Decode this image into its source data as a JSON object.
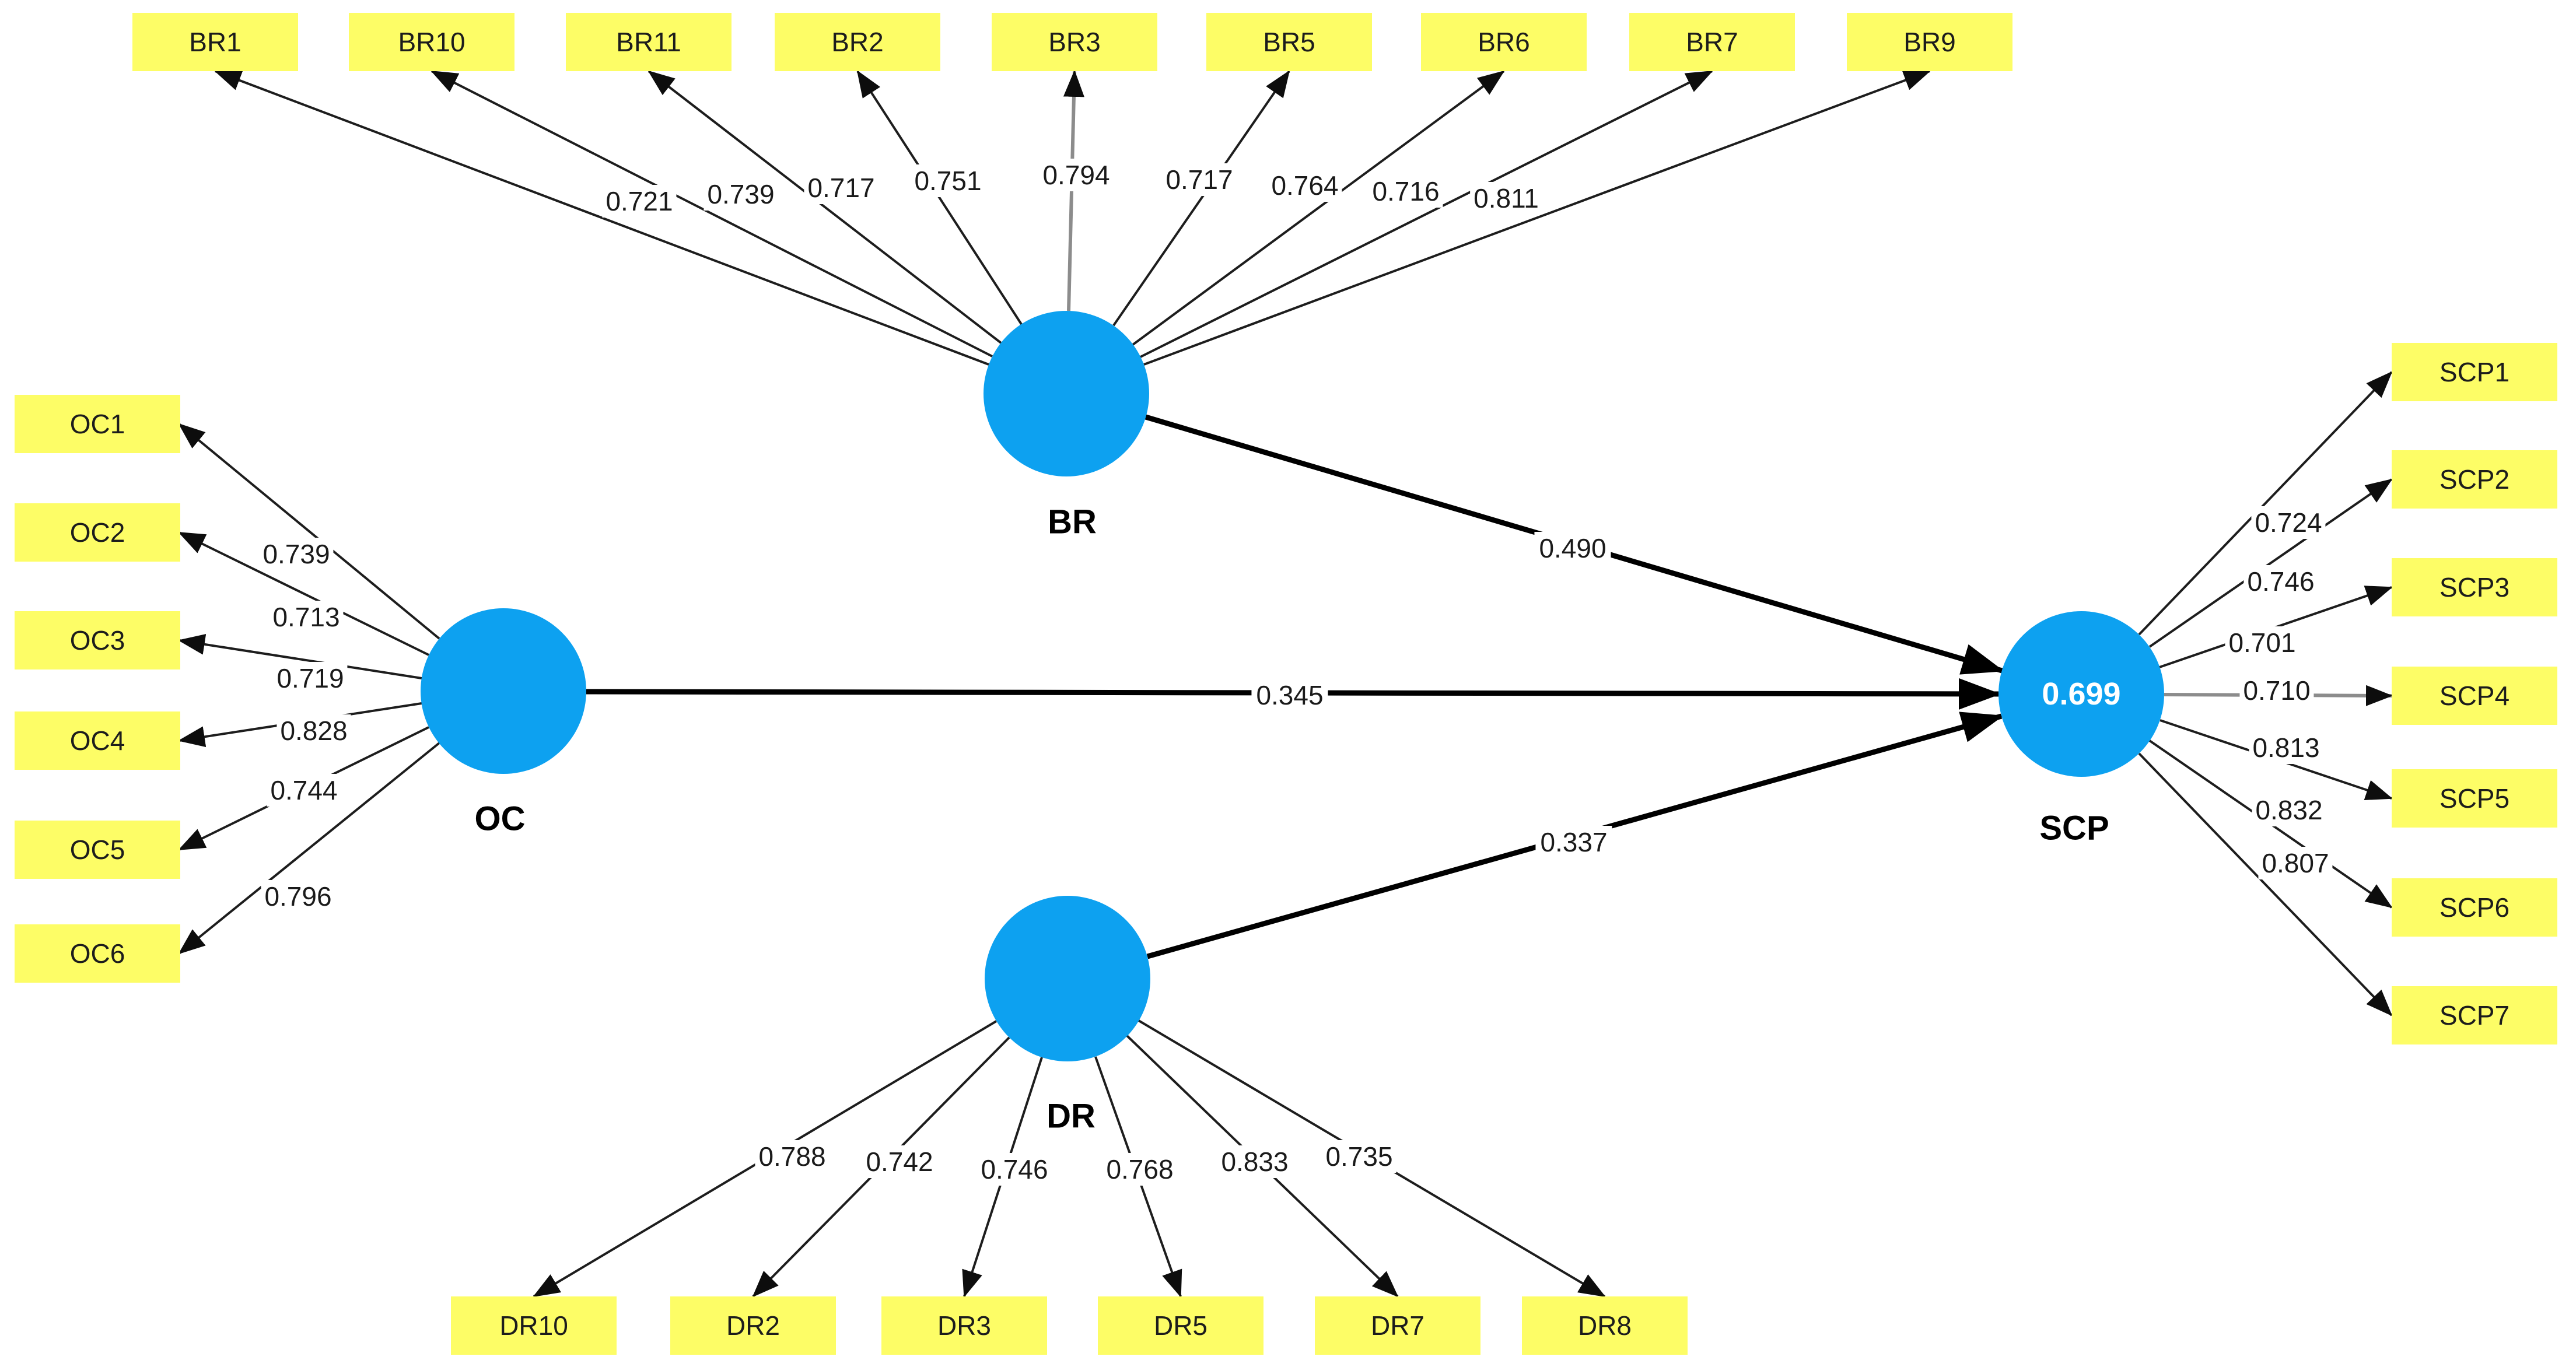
{
  "model": {
    "constructs": [
      {
        "id": "BR",
        "label": "BR"
      },
      {
        "id": "OC",
        "label": "OC"
      },
      {
        "id": "DR",
        "label": "DR"
      },
      {
        "id": "SCP",
        "label": "SCP",
        "r_squared": "0.699"
      }
    ],
    "paths": [
      {
        "from": "BR",
        "to": "SCP",
        "coefficient": "0.490"
      },
      {
        "from": "OC",
        "to": "SCP",
        "coefficient": "0.345"
      },
      {
        "from": "DR",
        "to": "SCP",
        "coefficient": "0.337"
      }
    ],
    "indicators": {
      "BR": [
        {
          "label": "BR1",
          "loading": "0.721"
        },
        {
          "label": "BR10",
          "loading": "0.739"
        },
        {
          "label": "BR11",
          "loading": "0.717"
        },
        {
          "label": "BR2",
          "loading": "0.751"
        },
        {
          "label": "BR3",
          "loading": "0.794"
        },
        {
          "label": "BR5",
          "loading": "0.717"
        },
        {
          "label": "BR6",
          "loading": "0.764"
        },
        {
          "label": "BR7",
          "loading": "0.716"
        },
        {
          "label": "BR9",
          "loading": "0.811"
        }
      ],
      "OC": [
        {
          "label": "OC1",
          "loading": "0.739"
        },
        {
          "label": "OC2",
          "loading": "0.713"
        },
        {
          "label": "OC3",
          "loading": "0.719"
        },
        {
          "label": "OC4",
          "loading": "0.828"
        },
        {
          "label": "OC5",
          "loading": "0.744"
        },
        {
          "label": "OC6",
          "loading": "0.796"
        }
      ],
      "DR": [
        {
          "label": "DR10",
          "loading": "0.788"
        },
        {
          "label": "DR2",
          "loading": "0.742"
        },
        {
          "label": "DR3",
          "loading": "0.746"
        },
        {
          "label": "DR5",
          "loading": "0.768"
        },
        {
          "label": "DR7",
          "loading": "0.833"
        },
        {
          "label": "DR8",
          "loading": "0.735"
        }
      ],
      "SCP": [
        {
          "label": "SCP1",
          "loading": "0.724"
        },
        {
          "label": "SCP2",
          "loading": "0.746"
        },
        {
          "label": "SCP3",
          "loading": "0.701"
        },
        {
          "label": "SCP4",
          "loading": "0.710"
        },
        {
          "label": "SCP5",
          "loading": "0.813"
        },
        {
          "label": "SCP6",
          "loading": "0.832"
        },
        {
          "label": "SCP7",
          "loading": "0.807"
        }
      ]
    }
  },
  "colors": {
    "construct_fill": "#0da1f0",
    "indicator_fill": "#fdfd66",
    "line": "#000000",
    "r_squared_text": "#ffffff"
  }
}
